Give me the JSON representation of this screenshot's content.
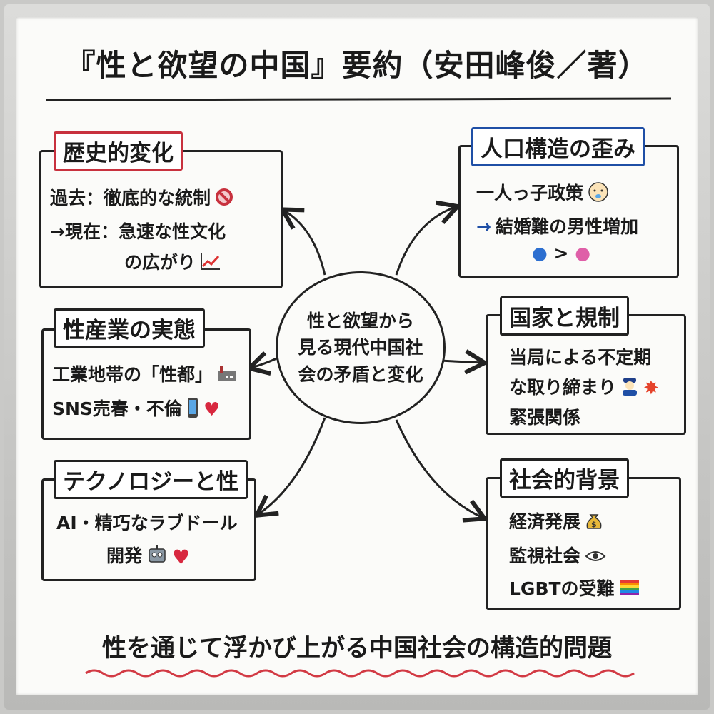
{
  "title": "『性と欲望の中国』要約（安田峰俊／著）",
  "center": {
    "line1": "性と欲望から",
    "line2": "見る現代中国社",
    "line3": "会の矛盾と変化"
  },
  "sections": {
    "history": {
      "label": "歴史的変化",
      "line1": "過去：徹底的な統制",
      "line2": "→現在：急速な性文化",
      "line3": "の広がり"
    },
    "industry": {
      "label": "性産業の実態",
      "line1": "工業地帯の「性都」",
      "line2": "SNS売春・不倫"
    },
    "technology": {
      "label": "テクノロジーと性",
      "line1": "AI・精巧なラブドール",
      "line2": "開発"
    },
    "population": {
      "label": "人口構造の歪み",
      "line1": "一人っ子政策",
      "arrow": "→",
      "line2": "結婚難の男性増加",
      "compare": ">"
    },
    "state": {
      "label": "国家と規制",
      "line1": "当局による不定期",
      "line2": "な取り締まり",
      "line3": "緊張関係"
    },
    "society": {
      "label": "社会的背景",
      "line1": "経済発展",
      "line2": "監視社会",
      "line3": "LGBTの受難"
    }
  },
  "conclusion": "性を通じて浮かび上がる中国社会の構造的問題",
  "colors": {
    "red": "#c8313e",
    "blue": "#1f4fa6",
    "ink": "#1a1a1a"
  }
}
